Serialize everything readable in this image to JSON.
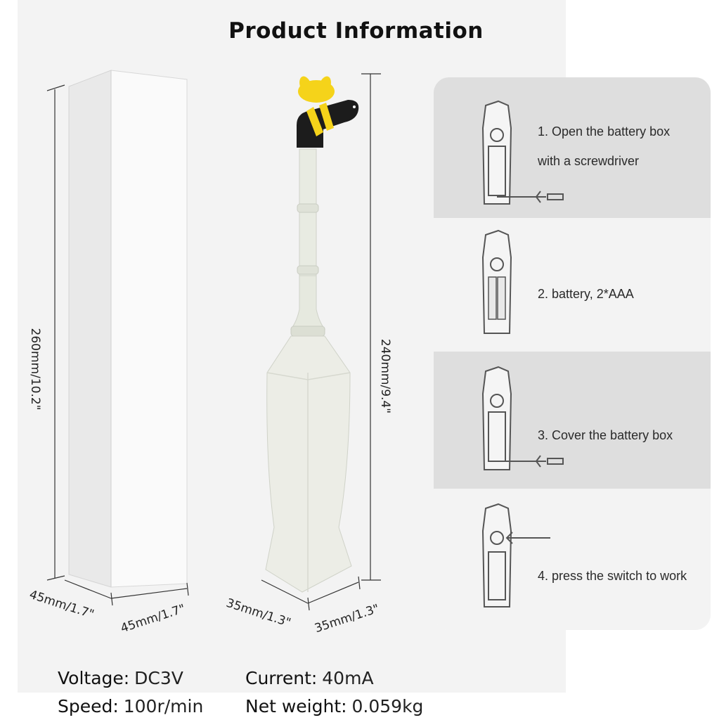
{
  "title": "Product Information",
  "dimensions": {
    "box_height": "260mm/10.2\"",
    "box_depth": "45mm/1.7\"",
    "box_width": "45mm/1.7\"",
    "device_height": "240mm/9.4\"",
    "device_depth": "35mm/1.3\"",
    "device_width": "35mm/1.3\""
  },
  "steps": [
    {
      "line1": "1. Open the battery box",
      "line2": "with a screwdriver",
      "shade": "#dedede"
    },
    {
      "line1": "2. battery, 2*AAA",
      "line2": "",
      "shade": "#f3f3f3"
    },
    {
      "line1": "3. Cover the battery box",
      "line2": "",
      "shade": "#dedede"
    },
    {
      "line1": "4. press the switch to work",
      "line2": "",
      "shade": "#f3f3f3"
    }
  ],
  "specs": {
    "voltage_label": "Voltage:",
    "voltage_value": "DC3V",
    "current_label": "Current:",
    "current_value": "40mA",
    "speed_label": "Speed:",
    "speed_value": "100r/min",
    "weight_label": "Net weight:",
    "weight_value": "0.059kg"
  },
  "colors": {
    "bee_yellow": "#f5d31a",
    "bee_black": "#1c1c1c",
    "device_body": "#e4e6de",
    "box": "#f8f8f8"
  }
}
